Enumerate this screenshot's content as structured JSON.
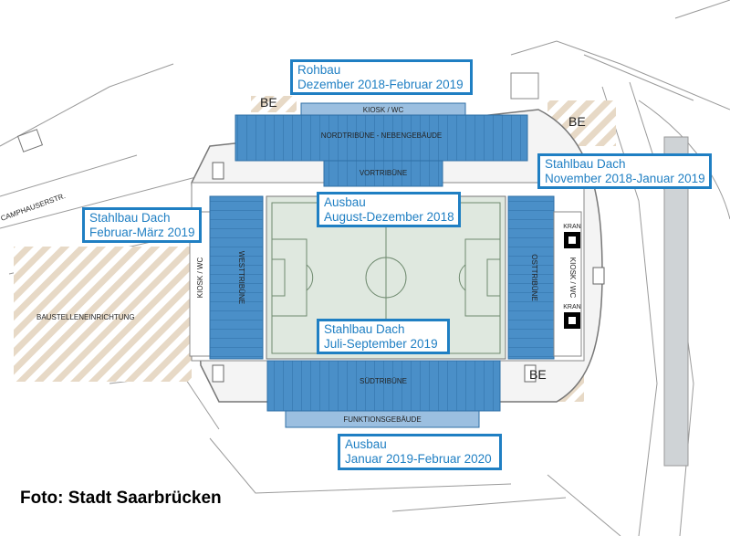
{
  "labels": {
    "be_top": "BE",
    "be_right": "BE",
    "be_bottom": "BE",
    "kiosk_north": "KIOSK / WC",
    "nordtribuene": "NORDTRIBÜNE - NEBENGEBÄUDE",
    "vortribuene": "VORTRIBÜNE",
    "westtribuene": "WESTTRIBÜNE",
    "kiosk_west": "KIOSK / WC",
    "osttribuene": "OSTTRIBÜNE",
    "kiosk_east": "KIOSK / WC",
    "kran_1": "KRAN",
    "kran_2": "KRAN",
    "suedtribuene": "SÜDTRIBÜNE",
    "funktionsgebaeude": "FUNKTIONSGEBÄUDE",
    "baustelle": "BAUSTELLENEINRICHTUNG",
    "street": "CAMPHAUSERSTR."
  },
  "callouts": {
    "rohbau": {
      "line1": "Rohbau",
      "line2": "Dezember 2018-Februar 2019"
    },
    "stahlbau_ost": {
      "line1": "Stahlbau Dach",
      "line2": "November 2018-Januar 2019"
    },
    "stahlbau_west": {
      "line1": "Stahlbau Dach",
      "line2": "Februar-März 2019"
    },
    "ausbau_vortribuene": {
      "line1": "Ausbau",
      "line2": "August-Dezember 2018"
    },
    "stahlbau_sued": {
      "line1": "Stahlbau Dach",
      "line2": "Juli-September 2019"
    },
    "ausbau_sued": {
      "line1": "Ausbau",
      "line2": "Januar 2019-Februar 2020"
    }
  },
  "credit": "Foto: Stadt Saarbrücken",
  "colors": {
    "callout_border": "#1f7fc3",
    "stand_fill": "#4a8fc8",
    "pitch_fill": "#dfe8df",
    "hatch": "#e7d9c6"
  }
}
